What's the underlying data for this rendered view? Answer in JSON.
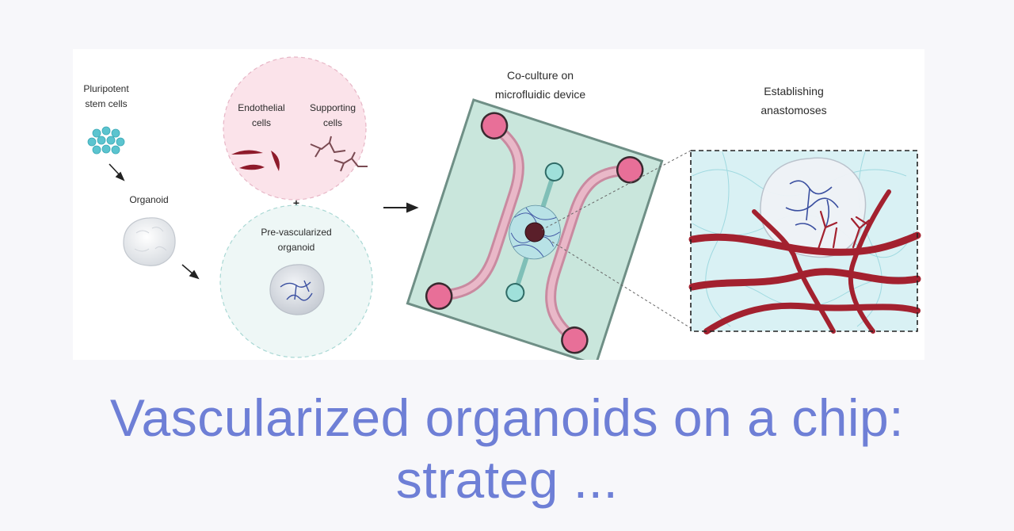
{
  "figure": {
    "labels": {
      "stem_cells_line1": "Pluripotent",
      "stem_cells_line2": "stem cells",
      "organoid": "Organoid",
      "endothelial_line1": "Endothelial",
      "endothelial_line2": "cells",
      "supporting_line1": "Supporting",
      "supporting_line2": "cells",
      "plus": "+",
      "prevasc_line1": "Pre-vascularized",
      "prevasc_line2": "organoid",
      "coculture_line1": "Co-culture on",
      "coculture_line2": "microfluidic device",
      "anastomoses_line1": "Establishing",
      "anastomoses_line2": "anastomoses"
    },
    "colors": {
      "stem_cell": "#5bc4cf",
      "endothelial": "#8e1b2b",
      "supporting": "#7a4a52",
      "vessel": "#a3212f",
      "vessel_small": "#3a4fa0",
      "chip": "#c9e6dc",
      "chip_border": "#6f8f86",
      "reservoir": "#e86f98",
      "pink_circle": "#fbe3ea",
      "teal_circle": "#eef7f6",
      "matrix": "#9fd9e0"
    },
    "icons": [
      "arrow-icon",
      "organoid-icon",
      "stem-cell-cluster-icon",
      "microfluidic-chip-icon"
    ]
  },
  "caption": {
    "line1": "Vascularized organoids on a chip:",
    "line2": "strateg ..."
  }
}
